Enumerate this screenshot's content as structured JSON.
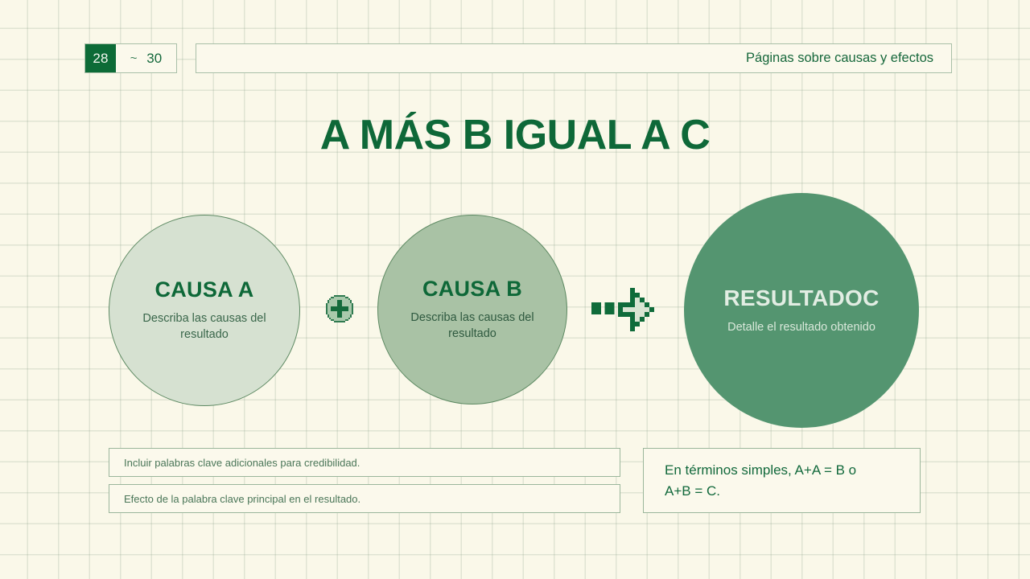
{
  "header": {
    "page_current": "28",
    "page_separator": "~",
    "page_total": "30",
    "section_title": "Páginas sobre causas y efectos"
  },
  "title": "A MÁS B IGUAL A C",
  "diagram": {
    "cause_a": {
      "title": "CAUSA A",
      "description": "Describa las causas del resultado",
      "fill_color": "#d6e1d1",
      "border_color": "#5e8a63"
    },
    "operator_plus": {
      "icon": "plus-circle-icon",
      "color": "#1d7a46"
    },
    "cause_b": {
      "title": "CAUSA B",
      "description": "Describa las causas del resultado",
      "fill_color": "#a9c2a5",
      "border_color": "#5e8a63"
    },
    "operator_arrow": {
      "icon": "arrow-right-icon",
      "color": "#0f6b3a"
    },
    "result": {
      "title": "RESULTADOC",
      "description": "Detalle el resultado obtenido",
      "fill_color": "#549570",
      "text_color": "#e2ede3"
    }
  },
  "notes": [
    {
      "text": "Incluir palabras clave adicionales para credibilidad."
    },
    {
      "text": "Efecto de la palabra clave principal en el resultado."
    }
  ],
  "summary": {
    "line_1": "En términos simples, A+A = B o",
    "line_2": "A+B = C."
  },
  "theme": {
    "background": "#faf8e9",
    "grid_line": "#96a892",
    "brand_green": "#0e6838",
    "panel_bg": "#fbf9ec",
    "panel_border": "#9bb69b"
  }
}
